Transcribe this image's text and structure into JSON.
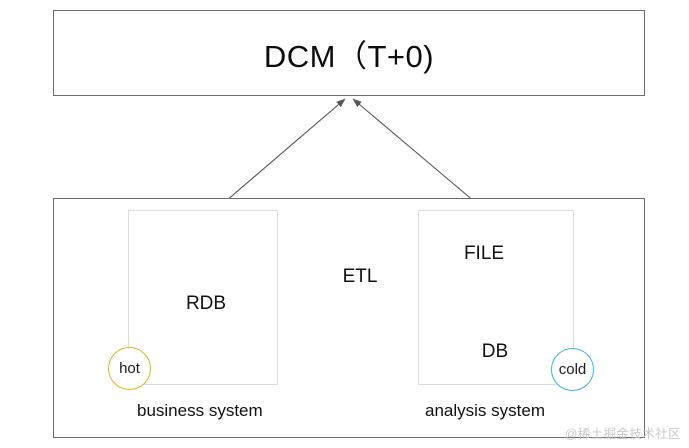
{
  "diagram": {
    "title_box": {
      "label": "DCM（T+0)"
    },
    "systems": [
      {
        "id": "business",
        "caption": "business system",
        "badge": {
          "label": "hot",
          "color": "#e3b21f"
        },
        "node": {
          "label": "RDB",
          "shape": "cylinder",
          "color": "#fab20b"
        }
      },
      {
        "id": "analysis",
        "caption": "analysis system",
        "badge": {
          "label": "cold",
          "color": "#3cb3e3"
        },
        "nodes": [
          {
            "label": "FILE",
            "shape": "document-stack",
            "color": "#f2f2f2"
          },
          {
            "label": "DB",
            "shape": "cylinder",
            "color": "#f2f2f2"
          }
        ]
      }
    ],
    "edges": [
      {
        "id": "etl",
        "label": "ETL",
        "from": "RDB",
        "to": "FILE",
        "direction": "right"
      },
      {
        "id": "business-to-dcm",
        "label": "",
        "from": "business system",
        "to": "DCM（T+0)"
      },
      {
        "id": "analysis-to-dcm",
        "label": "",
        "from": "analysis system",
        "to": "DCM（T+0)"
      }
    ]
  },
  "watermark": {
    "text": "@稀土掘金技术社区"
  },
  "colors": {
    "outer_border": "#6b6b70",
    "inner_border": "#dcdcdc",
    "arrow": "#575757",
    "rdb_fill": "#fab20b",
    "grey_fill": "#f2f2f2",
    "grey_stroke": "#9a9a9a",
    "hot": "#e3b21f",
    "cold": "#3cb3e3"
  }
}
